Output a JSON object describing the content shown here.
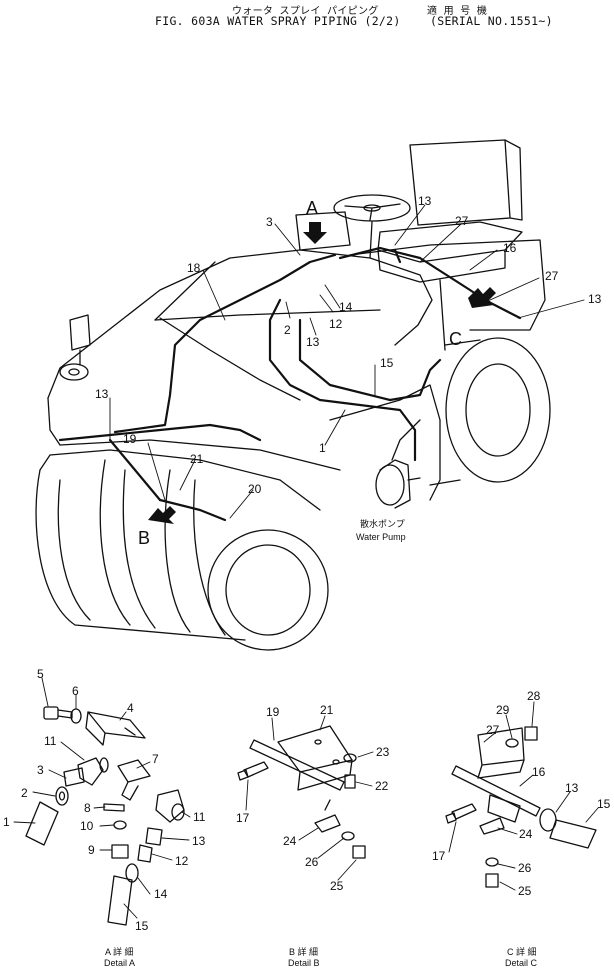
{
  "header": {
    "jp_title": "ウォータ スプレイ パイピング",
    "title": "FIG. 603A WATER SPRAY PIPING (2/2)",
    "serial_jp": "適 用 号 機",
    "serial": "(SERIAL NO.1551~)"
  },
  "view_letters": {
    "a": "A",
    "b": "B",
    "c": "C"
  },
  "water_pump": {
    "jp": "散水ポンプ",
    "en": "Water Pump"
  },
  "main_callouts": [
    "1",
    "2",
    "3",
    "12",
    "13",
    "13",
    "13",
    "13",
    "14",
    "15",
    "16",
    "18",
    "19",
    "20",
    "21",
    "27",
    "27"
  ],
  "detail_a": {
    "caption_jp": "A 詳 細",
    "caption": "Detail A",
    "callouts": [
      "1",
      "2",
      "3",
      "4",
      "5",
      "6",
      "7",
      "8",
      "9",
      "10",
      "11",
      "11",
      "12",
      "13",
      "14",
      "15"
    ]
  },
  "detail_b": {
    "caption_jp": "B 詳 細",
    "caption": "Detail B",
    "callouts": [
      "17",
      "19",
      "21",
      "22",
      "23",
      "24",
      "25",
      "26"
    ]
  },
  "detail_c": {
    "caption_jp": "C 詳 細",
    "caption": "Detail C",
    "callouts": [
      "13",
      "15",
      "16",
      "17",
      "24",
      "25",
      "26",
      "27",
      "28",
      "29"
    ]
  }
}
